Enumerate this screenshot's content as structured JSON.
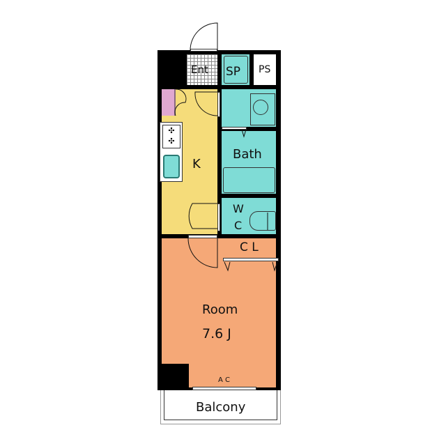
{
  "rooms": {
    "entrance": "Ent",
    "sp": "SP",
    "ps": "PS",
    "kitchen": "K",
    "bath": "Bath",
    "wc_w": "W",
    "wc_c": "C",
    "closet": "C L",
    "room": "Room",
    "room_size": "7.6 J",
    "ac": "A C",
    "balcony": "Balcony"
  },
  "colors": {
    "kitchen": "#f5dc7a",
    "wet": "#7fdcd6",
    "room": "#f5a877",
    "closet": "#e0a8d0"
  }
}
